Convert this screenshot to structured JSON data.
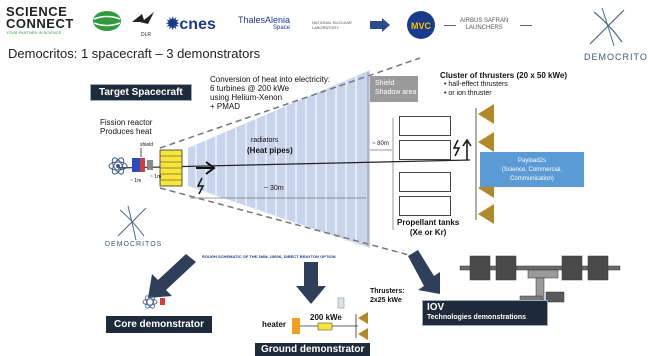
{
  "logos": {
    "science_connect_line1": "SCIENCE",
    "science_connect_line2": "CONNECT",
    "science_connect_tagline": "YOUR PARTNER IN SCIENCE",
    "dlr": "DLR",
    "cnes": "cnes",
    "thales_alenia": "ThalesAlenia",
    "thales_space": "Space",
    "nnl_line1": "NATIONAL NUCLEAR",
    "nnl_line2": "LABORATORY",
    "airbus_line1": "AIRBUS SAFRAN",
    "airbus_line2": "LAUNCHERS",
    "democritos_top": "DEMOCRITOS",
    "democritos_left": "DEMOCRITOS"
  },
  "title": "Democritos: 1 spacecraft – 3 demonstrators",
  "target_spacecraft": "Target Spacecraft",
  "conversion_text": [
    "Conversion of heat into electricity:",
    "6 turbines @ 200 kWe",
    "using Helium-Xenon",
    "+ PMAD"
  ],
  "shield_shadow": [
    "Shield",
    "Shadow area"
  ],
  "thrusters_cluster": {
    "title": "Cluster of thrusters (20 x 50 kWe)",
    "items": [
      "hall-effect thrusters",
      "or ion thruster"
    ]
  },
  "fission_reactor": [
    "Fission reactor",
    "Produces heat"
  ],
  "shield_label": "shield",
  "small_dim_1": "~ 1m",
  "small_dim_2": "~ 1m",
  "radiators": "radiators",
  "heat_pipes": "(Heat pipes)",
  "dim_30m": "~ 30m",
  "dim_80m": "~ 80m",
  "payload": [
    "Payload2s",
    "(Science, Commercial,",
    "Communication)"
  ],
  "propellant": [
    "Propellant tanks",
    "(Xe or Kr)"
  ],
  "schematic_caption": "ROUGH SCHEMATIC OF THE 1MW, 1500K, DIRECT BRAYTON OPTION",
  "core_demonstrator": "Core demonstrator",
  "ground": {
    "heater": "heater",
    "power": "200 kWe",
    "thrusters": [
      "Thrusters:",
      "2x25 kWe"
    ],
    "label": "Ground demonstrator"
  },
  "iov": {
    "title": "IOV",
    "subtitle": "Technologies demonstrations"
  },
  "colors": {
    "radiator_fill": "#c8d4ec",
    "dark_box": "#1f2a3a",
    "payload": "#5b9bd5",
    "thruster": "#b08a2a",
    "arrow": "#2f3f5a",
    "green_logo": "#2f9a3e"
  }
}
